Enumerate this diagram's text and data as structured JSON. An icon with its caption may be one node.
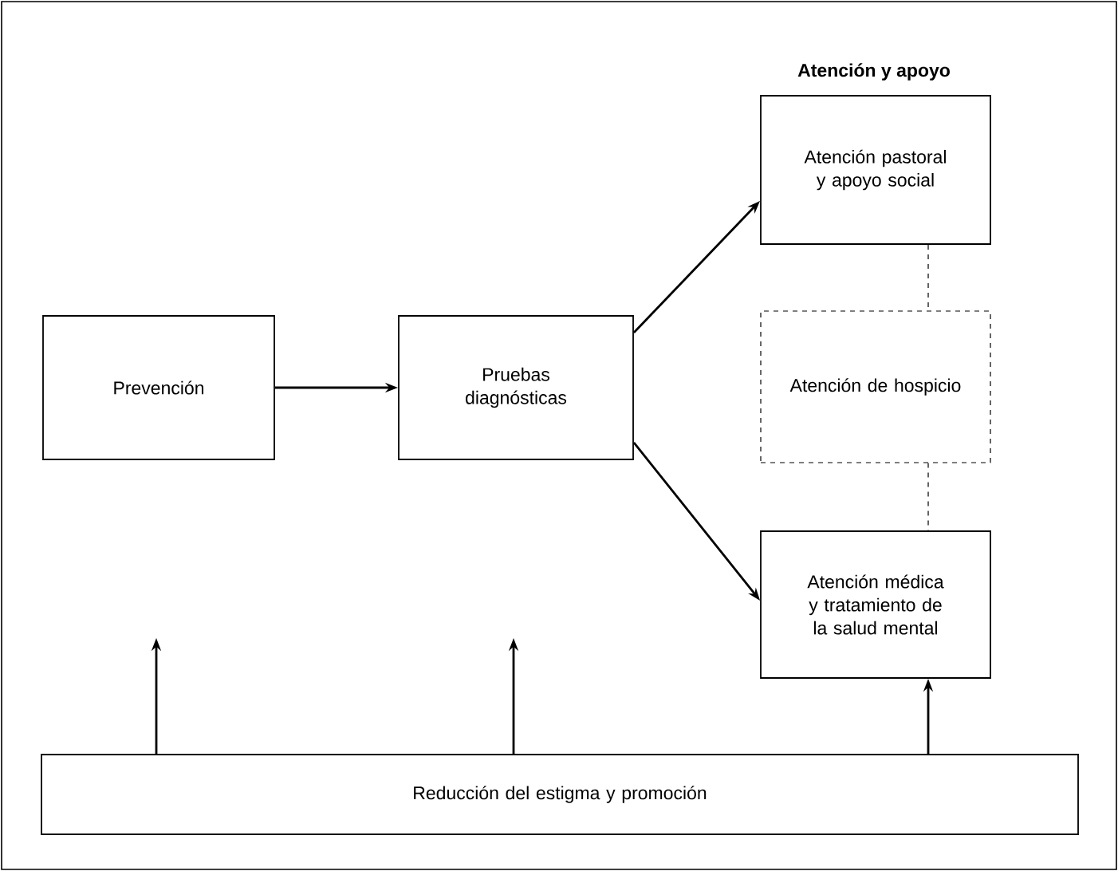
{
  "diagram": {
    "title": "Atención y apoyo",
    "nodes": [
      {
        "text": [
          "Prevención"
        ]
      },
      {
        "text": [
          "Pruebas diagnósticas"
        ]
      },
      {
        "text": [
          "Atención pastoral y apoyo social"
        ]
      },
      {
        "text": [
          "Atención de hospicio"
        ]
      },
      {
        "text": [
          "Atención médica y tratamiento de la salud mental"
        ]
      },
      {
        "text": [
          "Reducción del estigma y promoción"
        ]
      }
    ],
    "edges": [
      {
        "from": 0,
        "to": 1,
        "arrow": "to"
      },
      {
        "from": 1,
        "to": 2,
        "arrow": "to"
      },
      {
        "from": 1,
        "to": 4,
        "arrow": "to"
      },
      {
        "from": 2,
        "to": 3,
        "arrow": "none",
        "style": "dashed"
      },
      {
        "from": 3,
        "to": 4,
        "arrow": "none",
        "style": "dashed"
      },
      {
        "from": 5,
        "to": null,
        "arrow": "to"
      },
      {
        "from": 5,
        "to": null,
        "arrow": "to"
      },
      {
        "from": 5,
        "to": 4,
        "arrow": "to"
      }
    ]
  }
}
